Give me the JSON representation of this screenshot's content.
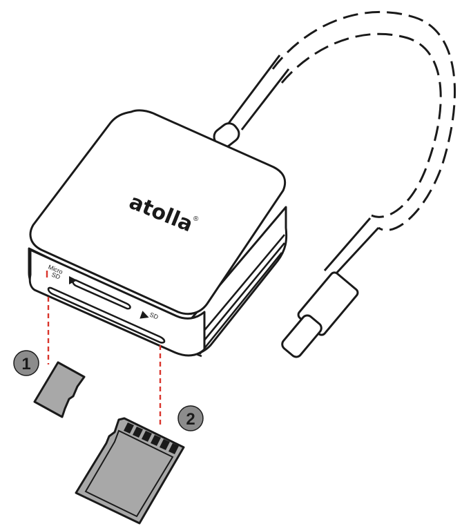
{
  "brand": {
    "logo_text": "atolla",
    "registered_mark": "®"
  },
  "slots": {
    "micro_sd_label_top": "Micro",
    "micro_sd_label_bottom": "SD",
    "sd_label": "SD"
  },
  "steps": [
    {
      "number": "1",
      "card": "microSD card"
    },
    {
      "number": "2",
      "card": "SD card"
    }
  ],
  "colors": {
    "outline": "#1a1a1a",
    "card_fill": "#a8a8a8",
    "badge_fill": "#8c8c8c",
    "guide_line": "#d9342b",
    "body_fill": "#ffffff"
  }
}
